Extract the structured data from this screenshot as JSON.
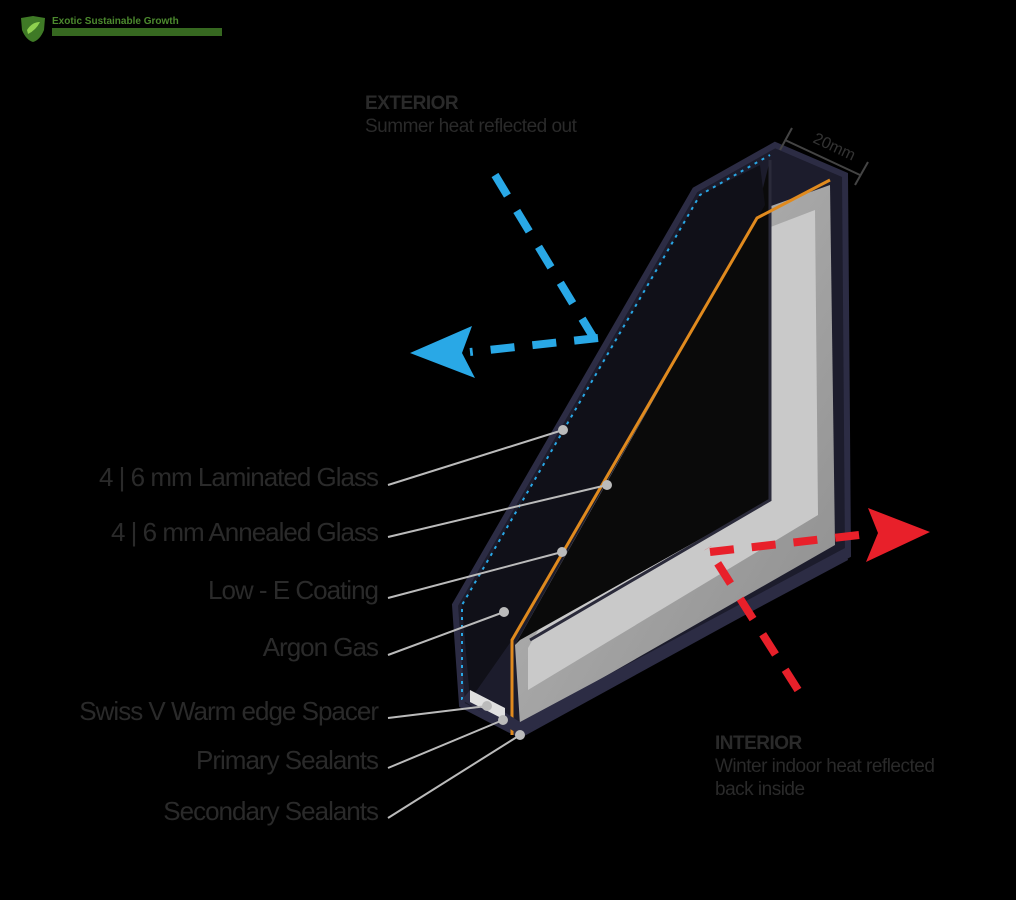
{
  "logo": {
    "text": "Exotic Sustainable Growth",
    "icon": "leaf-shield-icon",
    "color": "#4c8a2e"
  },
  "exterior": {
    "title": "EXTERIOR",
    "note": "Summer heat reflected out",
    "arrow_color": "#29a8e6"
  },
  "interior": {
    "title": "INTERIOR",
    "note_line1": "Winter indoor heat reflected",
    "note_line2": "back inside",
    "arrow_color": "#e8202a"
  },
  "dimension": {
    "value": "20mm"
  },
  "labels": [
    "4 | 6 mm Laminated Glass",
    "4 | 6 mm Annealed Glass",
    "Low - E Coating",
    "Argon Gas",
    "Swiss V Warm edge Spacer",
    "Primary Sealants",
    "Secondary Sealants"
  ],
  "colors": {
    "background": "#000000",
    "text": "#2a2a2a",
    "low_e": "#e08a1e",
    "glass_frame": "#2c2c44"
  }
}
